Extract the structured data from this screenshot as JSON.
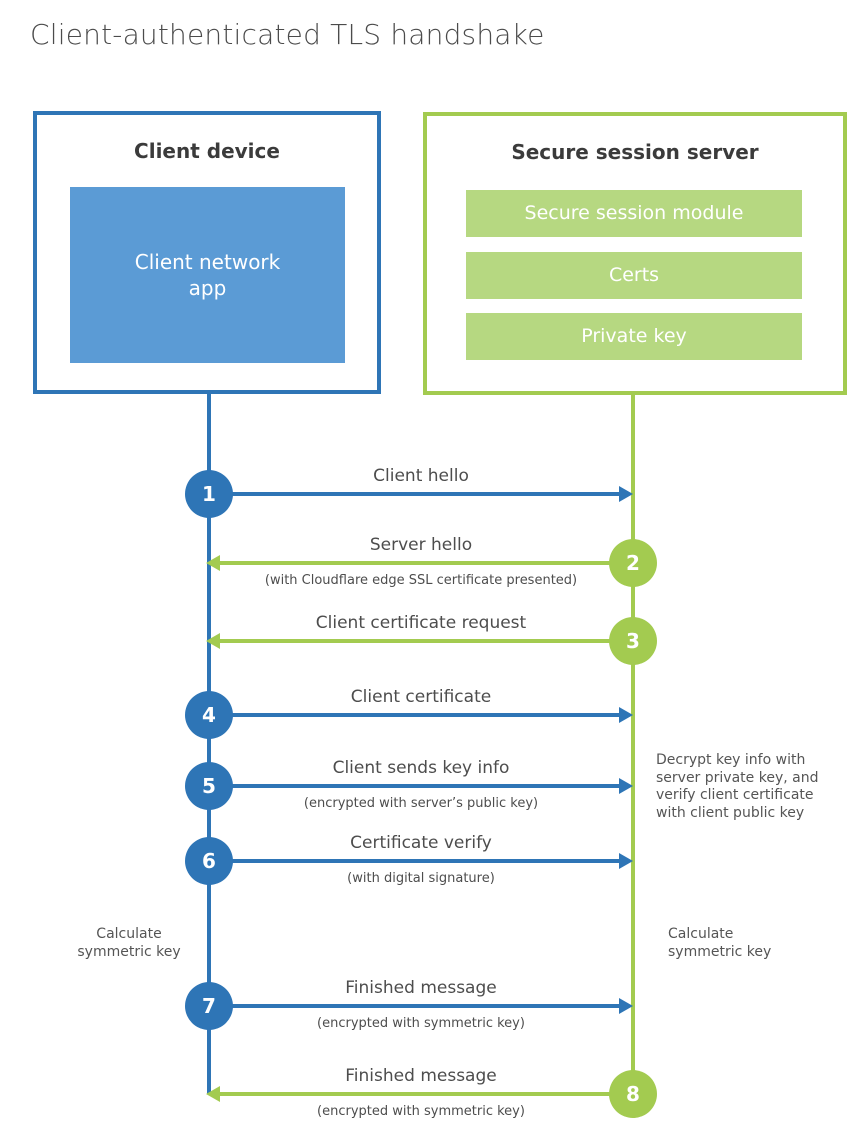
{
  "title": "Client-authenticated TLS handshake",
  "colors": {
    "blue": "#2e75b6",
    "blue_fill": "#5b9bd5",
    "green": "#a3cb50",
    "green_fill": "#b6d881",
    "text_gray": "#4d4d4d"
  },
  "client": {
    "title": "Client device",
    "app_label": "Client network app"
  },
  "server": {
    "title": "Secure session server",
    "modules": [
      "Secure session module",
      "Certs",
      "Private key"
    ]
  },
  "messages": [
    {
      "num": "1",
      "from": "client",
      "direction": "right",
      "label": "Client hello",
      "sub": ""
    },
    {
      "num": "2",
      "from": "server",
      "direction": "left",
      "label": "Server hello",
      "sub": "(with Cloudflare edge SSL certificate presented)"
    },
    {
      "num": "3",
      "from": "server",
      "direction": "left",
      "label": "Client certificate request",
      "sub": ""
    },
    {
      "num": "4",
      "from": "client",
      "direction": "right",
      "label": "Client certificate",
      "sub": ""
    },
    {
      "num": "5",
      "from": "client",
      "direction": "right",
      "label": "Client sends key info",
      "sub": "(encrypted with server’s public key)"
    },
    {
      "num": "6",
      "from": "client",
      "direction": "right",
      "label": "Certificate verify",
      "sub": "(with digital signature)"
    },
    {
      "num": "7",
      "from": "client",
      "direction": "right",
      "label": "Finished message",
      "sub": "(encrypted with symmetric key)"
    },
    {
      "num": "8",
      "from": "server",
      "direction": "left",
      "label": "Finished message",
      "sub": "(encrypted with symmetric key)"
    }
  ],
  "notes": {
    "decrypt": {
      "lines": [
        "Decrypt key info with",
        "server private key, and",
        "verify client certificate",
        "with client public key"
      ]
    },
    "calc_left": {
      "lines": [
        "Calculate",
        "symmetric key"
      ]
    },
    "calc_right": {
      "lines": [
        "Calculate",
        "symmetric key"
      ]
    }
  }
}
